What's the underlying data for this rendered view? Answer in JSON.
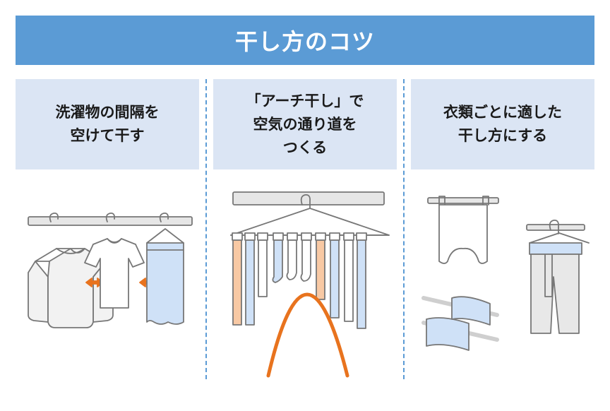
{
  "title": "干し方のコツ",
  "tips": [
    {
      "lines": [
        "洗濯物の間隔を",
        "空けて干す"
      ]
    },
    {
      "lines": [
        "「アーチ干し」で",
        "空気の通り道を",
        "つくる"
      ]
    },
    {
      "lines": [
        "衣類ごとに適した",
        "干し方にする"
      ]
    }
  ],
  "colors": {
    "banner": "#5b9bd5",
    "caption_bg": "#dbe5f4",
    "accent_orange": "#e8731e",
    "cloth_blue": "#cfe1f7",
    "cloth_orange": "#f8c9a4",
    "outline": "#777777"
  }
}
